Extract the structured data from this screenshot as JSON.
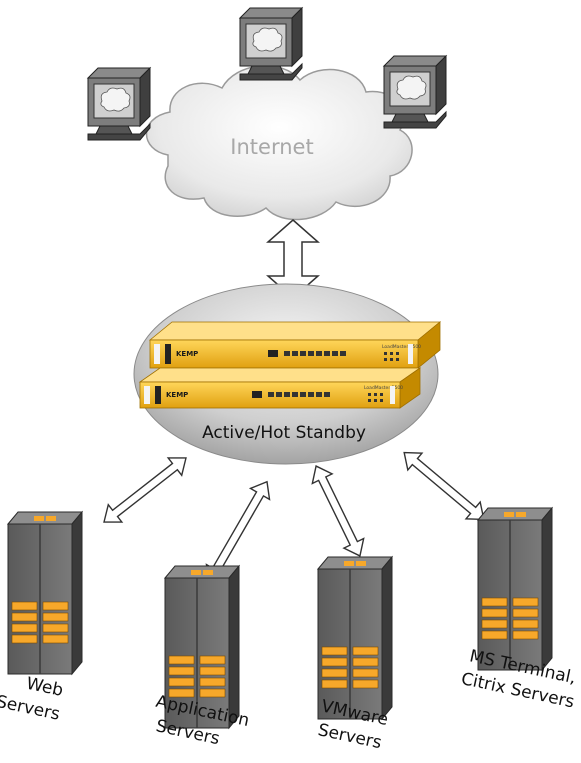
{
  "cloud": {
    "label": "Internet"
  },
  "cluster": {
    "label": "Active/Hot Standby",
    "device_brand": "KEMP",
    "device_model": "LoadMaster 2500"
  },
  "servers": [
    {
      "line1": "Web",
      "line2": "Servers"
    },
    {
      "line1": "Application",
      "line2": "Servers"
    },
    {
      "line1": "VMware",
      "line2": "Servers"
    },
    {
      "line1": "MS Terminal,",
      "line2": "Citrix Servers"
    }
  ],
  "colors": {
    "appliance": "#f2b51c",
    "server_body": "#6c6c6c",
    "server_bay": "#f7a82a",
    "cloud": "#e8e8e8",
    "ellipse": "#c4c4c4"
  }
}
